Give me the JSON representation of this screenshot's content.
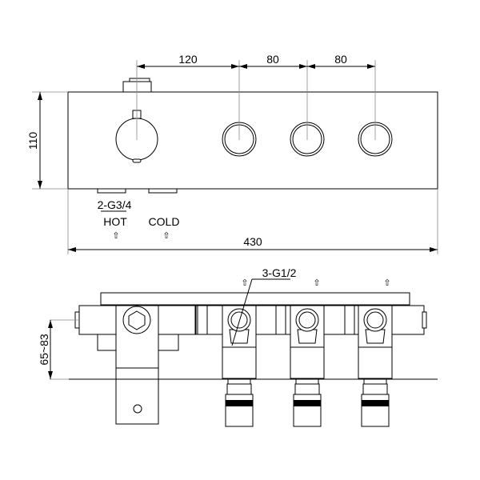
{
  "front_view": {
    "dim_spacing": [
      "120",
      "80",
      "80"
    ],
    "dim_height": "110",
    "dim_width": "430",
    "inlet_thread": "2-G3/4",
    "hot_label": "HOT",
    "cold_label": "COLD"
  },
  "side_view": {
    "outlet_thread": "3-G1/2",
    "depth_range": "65~83"
  },
  "arrow_glyph": "⇧"
}
